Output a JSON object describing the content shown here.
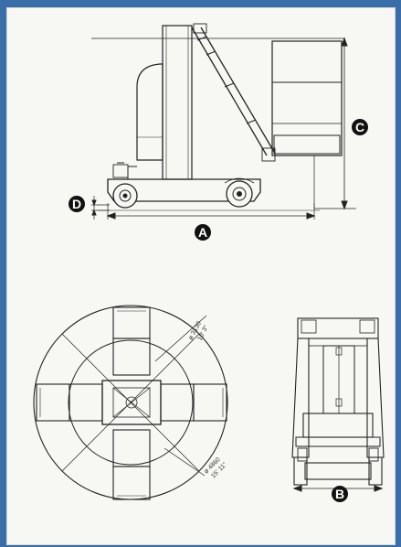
{
  "labels": {
    "a": "A",
    "b": "B",
    "c": "C",
    "d": "D"
  },
  "turning": {
    "outer_metric": "ø 4860",
    "outer_imperial": "15' 11\"",
    "inner_metric": "ø 3130",
    "inner_imperial": "10' 3\""
  },
  "colors": {
    "frame": "#3a6ea8",
    "paper": "#f7f7f4",
    "ink": "#222222"
  }
}
